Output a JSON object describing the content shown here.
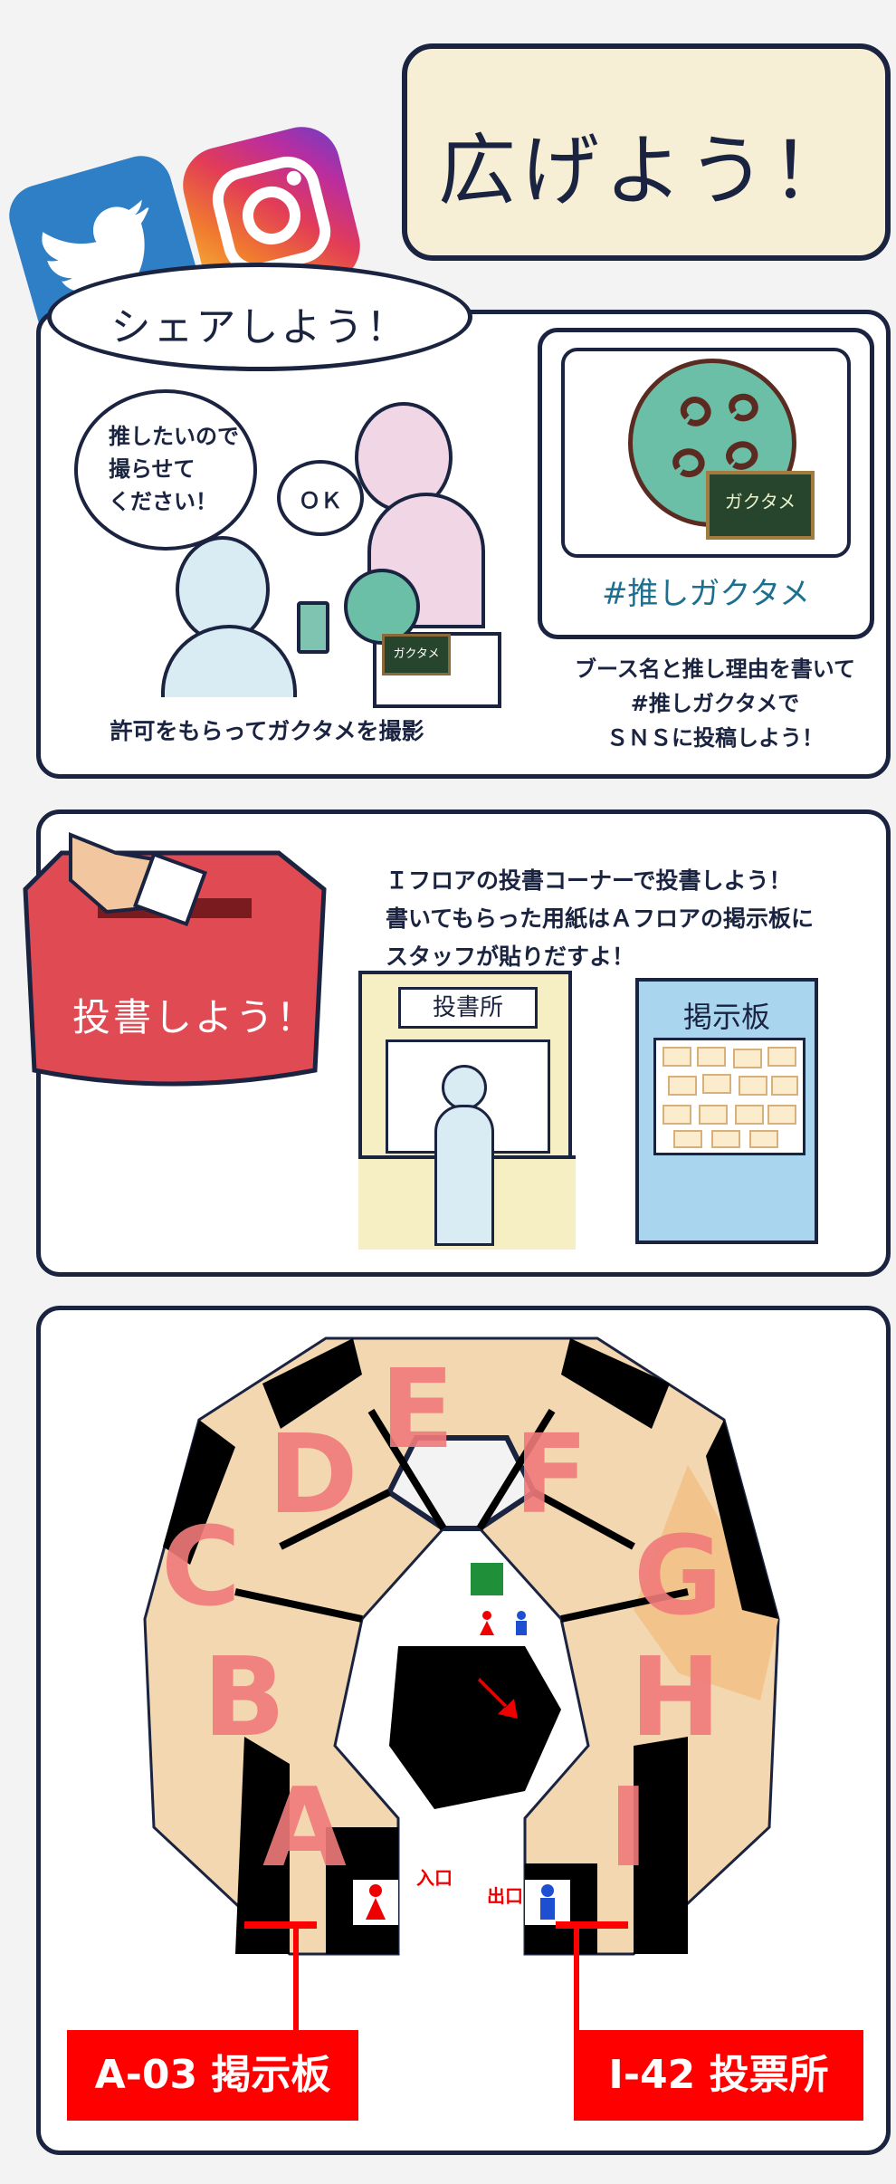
{
  "title": "広げよう！",
  "share": {
    "label": "シェアしよう！",
    "speech_request": "推したいので\n撮らせて\nください！",
    "speech_reply": "ＯＫ",
    "caption_left": "許可をもらってガクタメを撮影",
    "hashtag": "#推しガクタメ",
    "caption_right": "ブース名と推し理由を書いて\n#推しガクタメで\nＳＮＳに投稿しよう！",
    "card_label": "ガクタメ"
  },
  "vote": {
    "label": "投書しよう！",
    "text": "Ｉフロアの投書コーナーで投書しよう！\n書いてもらった用紙はＡフロアの掲示板に\nスタッフが貼りだすよ！",
    "box_sign": "投書所",
    "board_sign": "掲示板"
  },
  "map": {
    "zones": [
      "A",
      "B",
      "C",
      "D",
      "E",
      "F",
      "G",
      "H",
      "I"
    ],
    "entrance": "入口",
    "exit": "出口",
    "label_left": "A-03 掲示板",
    "label_right": "I-42 投票所"
  },
  "colors": {
    "navy": "#1a2340",
    "cream": "#f6efd6",
    "twitter": "#2f7fc6",
    "teal": "#6bbfa7",
    "red": "#ff0000",
    "zone_letter": "#f07a7a",
    "booth_tan": "#f3d7b0"
  },
  "icons": [
    "twitter-icon",
    "instagram-icon",
    "accessible-toilet-icon",
    "male-toilet-icon",
    "female-toilet-icon",
    "arrow-icon"
  ]
}
